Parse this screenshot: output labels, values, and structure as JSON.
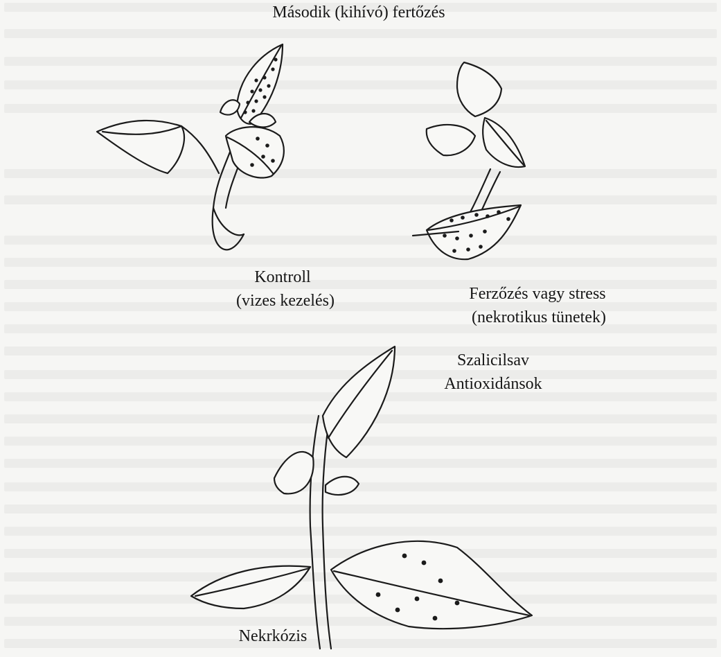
{
  "labels": {
    "second_infection": "Második (kihívó) fertőzés",
    "control_line1": "Kontroll",
    "control_line2": "(vizes kezelés)",
    "infection_line1": "Ferzőzés vagy stress",
    "infection_line2": "(nekrotikus tünetek)",
    "salicylic_acid": "Szalicilsav",
    "antioxidants": "Antioxidánsok",
    "necrosis": "Nekrkózis"
  },
  "colors": {
    "ink": "#1b1b1b",
    "paper": "#f6f6f4"
  },
  "icons": [
    "plant-leaf-illustration",
    "lesion-dots"
  ]
}
